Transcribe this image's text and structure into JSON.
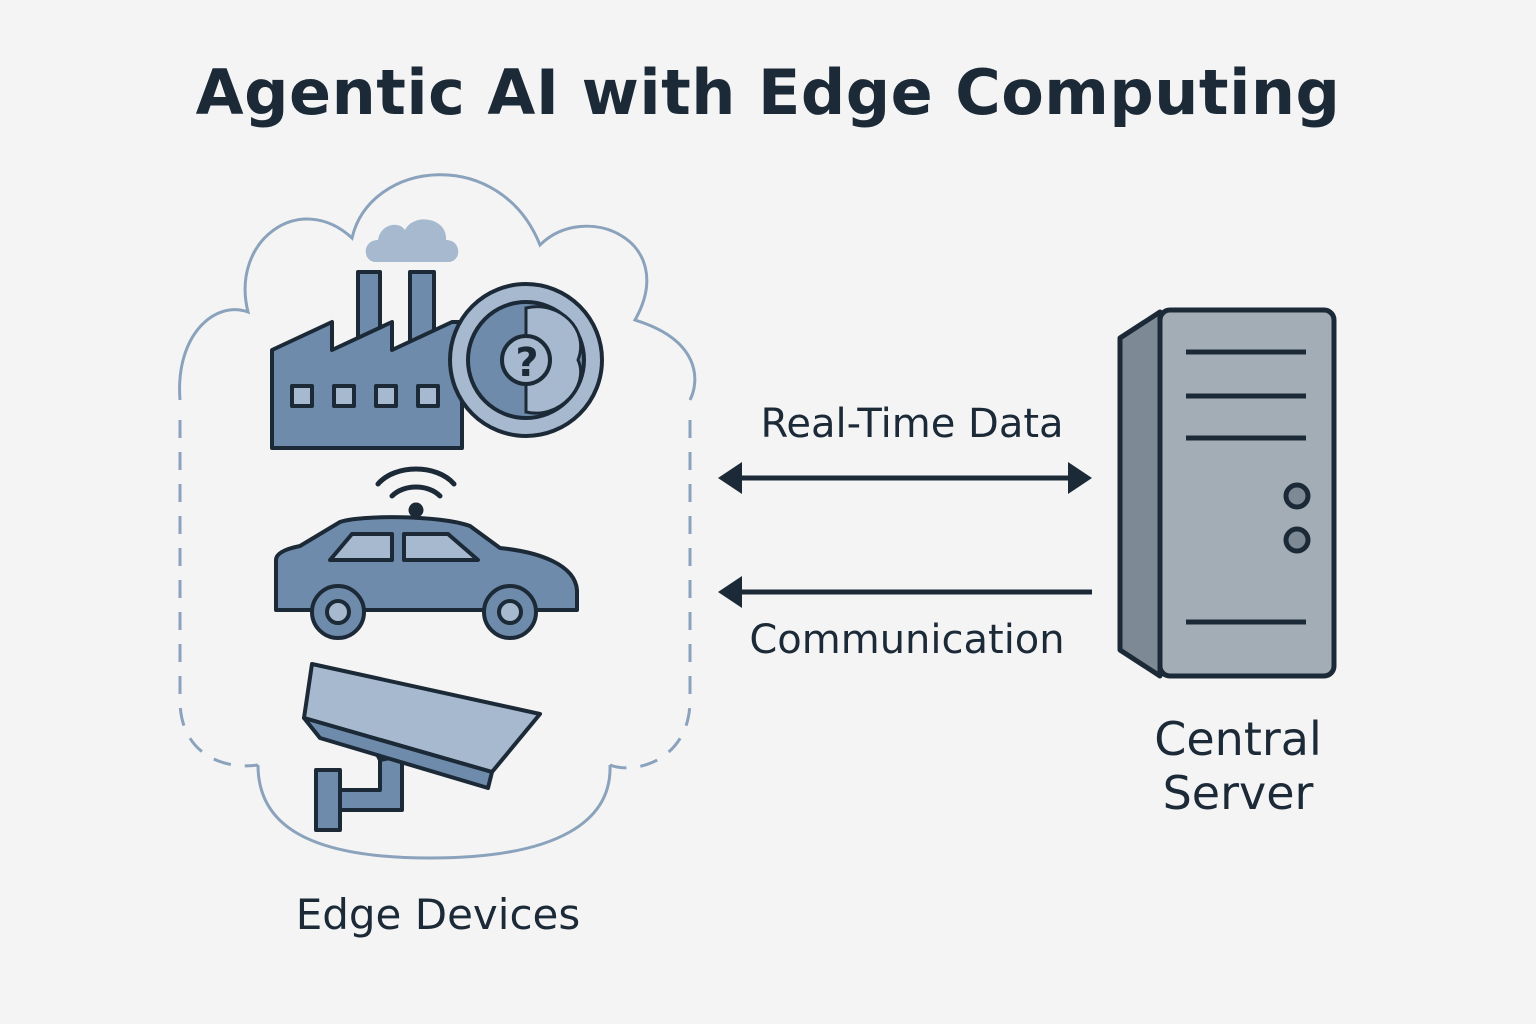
{
  "title": "Agentic AI with Edge Computing",
  "edge_group": {
    "label": "Edge Devices",
    "devices": [
      {
        "name": "factory",
        "icon": "factory-icon"
      },
      {
        "name": "ai-brain-gear",
        "icon": "brain-gear-icon"
      },
      {
        "name": "connected-car",
        "icon": "car-icon"
      },
      {
        "name": "security-camera",
        "icon": "security-camera-icon"
      }
    ]
  },
  "links": {
    "realtime_label": "Real-Time Data",
    "communication_label": "Communication"
  },
  "server": {
    "label": "Central Server",
    "icon": "server-tower-icon"
  },
  "colors": {
    "background": "#f4f4f4",
    "outline": "#1c2a38",
    "device_fill": "#6f8bab",
    "device_fill_light": "#a6b9cf",
    "cloud_stroke": "#8aa2bc",
    "server_body": "#a3adb6",
    "server_side": "#7d8994"
  }
}
